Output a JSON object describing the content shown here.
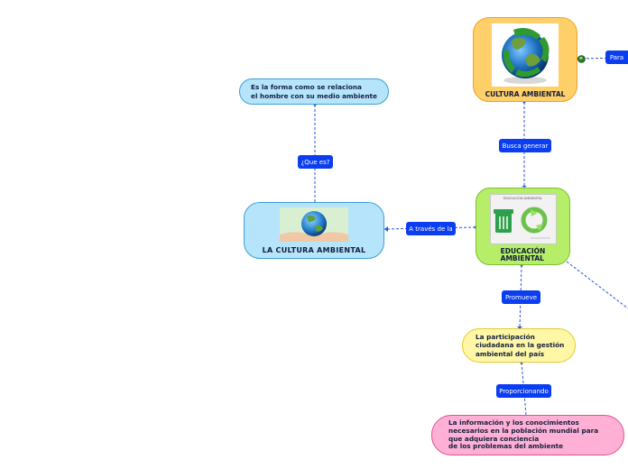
{
  "colors": {
    "link": "#2a55e0",
    "label_bg": "#0a3ef0",
    "cultura_fill": "#ffcf6a",
    "cultura_border": "#f0a020",
    "educacion_fill": "#b6ee6a",
    "educacion_border": "#78c030",
    "la_cultura_fill": "#b6e4fb",
    "la_cultura_border": "#3aa0d8",
    "definition_fill": "#b6e4fb",
    "participacion_fill": "#fff6a6",
    "participacion_border": "#e0cc30",
    "informacion_fill": "#ffb0d4",
    "informacion_border": "#e05090"
  },
  "nodes": {
    "cultura_ambiental": {
      "title": "CULTURA AMBIENTAL",
      "image_icon": "recycling-earth-image"
    },
    "educacion_ambiental": {
      "title": "EDUCACIÓN\nAMBIENTAL",
      "image_icon": "education-poster-image",
      "poster_text": "EDUCACIÓN AMBIENTAL"
    },
    "la_cultura_ambiental": {
      "title": "LA CULTURA AMBIENTAL",
      "image_icon": "earth-in-hands-image"
    },
    "definicion": {
      "text": "Es la forma como se relaciona\nel hombre con su medio ambiente"
    },
    "participacion": {
      "text": "La participación\nciudadana en la gestión\nambiental del país"
    },
    "informacion": {
      "text": "La información y los conocimientos\nnecesarios en la población mundial para\nque adquiera conciencia\nde los problemas del ambiente"
    }
  },
  "labels": {
    "para": "Para",
    "busca_generar": "Busca generar",
    "que_es": "¿Que es?",
    "a_traves": "A través de la",
    "promueve": "Promueve",
    "proporcionando": "Proporcionando"
  },
  "icons": {
    "small_globe": "small-globe-icon"
  }
}
